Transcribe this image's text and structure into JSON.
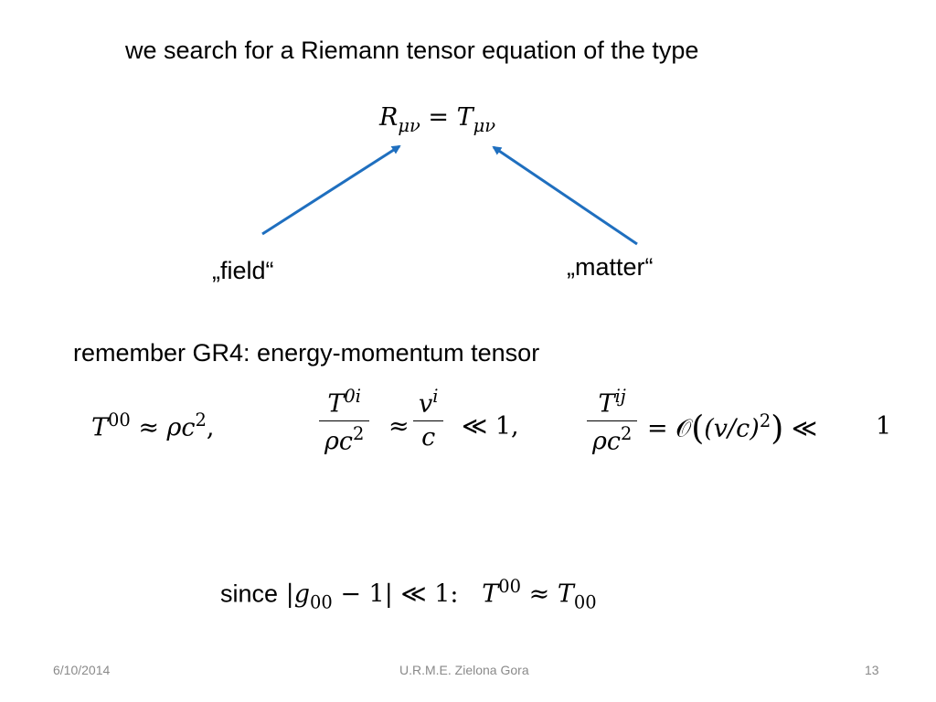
{
  "slide": {
    "heading": "we search for a Riemann tensor equation of the type",
    "equation": {
      "lhs": "R",
      "lhs_sub": "μν",
      "eq": "=",
      "rhs": "T",
      "rhs_sub": "μν"
    },
    "label_field": "„field“",
    "label_matter": "„matter“",
    "remember": "remember GR4: energy-momentum tensor",
    "estimates": {
      "t00": "T",
      "t00_sup": "00",
      "t00_rhs": "≈ ρc",
      "t00_rhs_sup": "2",
      "t00_comma": ",",
      "f1_num": "T",
      "f1_num_sup": "0i",
      "f1_den": "ρc",
      "f1_den_sup": "2",
      "approx": "≈",
      "f2_num": "v",
      "f2_num_sup": "i",
      "f2_den": "c",
      "ll1": "≪ 1,",
      "f3_num": "T",
      "f3_num_sup": "ij",
      "f3_den": "ρc",
      "f3_den_sup": "2",
      "eq_o": "= 𝒪",
      "paren_open": "(",
      "inner": "(v/c)",
      "inner_sup": "2",
      "paren_close": ")",
      "ll_end": "≪",
      "one": "1"
    },
    "since": {
      "word": "since",
      "expr_a": "|g",
      "expr_a_sub": "00",
      "expr_b": " − 1| ≪ 1:",
      "t": "T",
      "t_sup": "00",
      "approx_t": " ≈ T",
      "approx_t_sub": "00"
    }
  },
  "footer": {
    "date": "6/10/2014",
    "center": "U.R.M.E. Zielona Gora",
    "page": "13"
  },
  "colors": {
    "arrow": "#1f6fbf",
    "footer_text": "#8a8a8a"
  }
}
